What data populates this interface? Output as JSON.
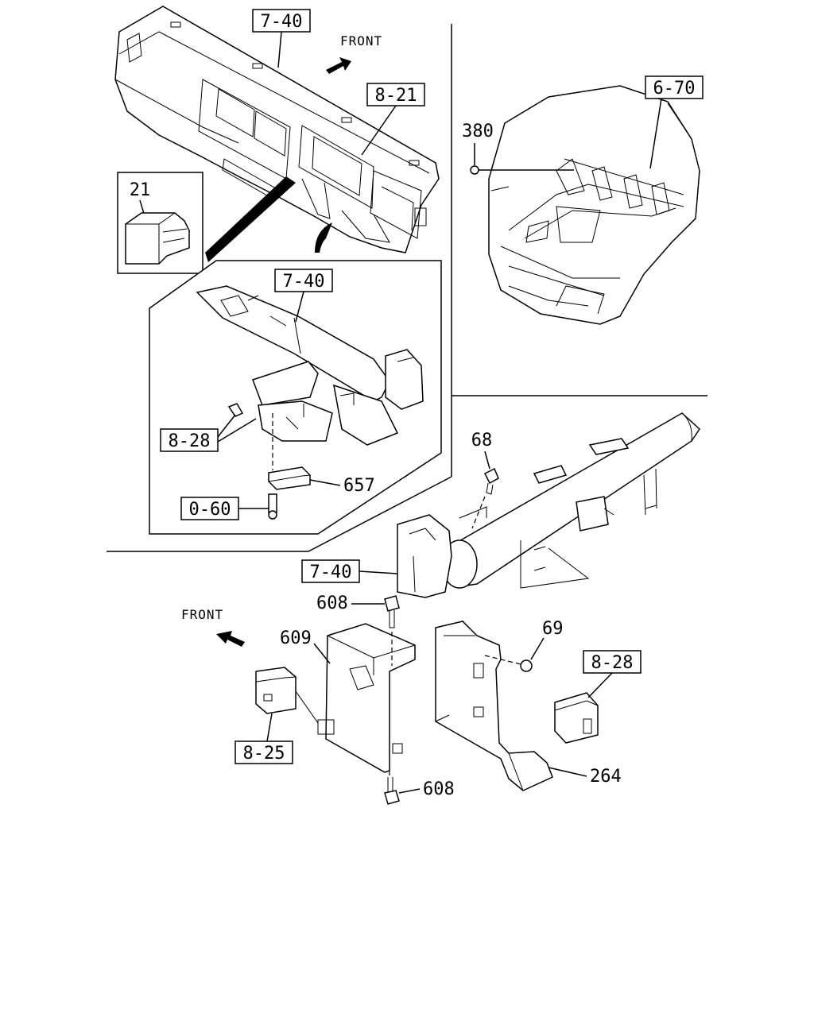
{
  "direction_labels": {
    "front_top": "FRONT",
    "front_bottom": "FRONT"
  },
  "callouts": {
    "ref_7_40_top": "7-40",
    "ref_8_21": "8-21",
    "part_21": "21",
    "ref_6_70": "6-70",
    "part_380": "380",
    "ref_7_40_detail": "7-40",
    "ref_8_28_detail": "8-28",
    "part_657": "657",
    "ref_0_60": "0-60",
    "part_68": "68",
    "ref_7_40_lower": "7-40",
    "part_608_top": "608",
    "part_609": "609",
    "part_69": "69",
    "ref_8_28_lower": "8-28",
    "ref_8_25": "8-25",
    "part_264": "264",
    "part_608_bottom": "608"
  }
}
